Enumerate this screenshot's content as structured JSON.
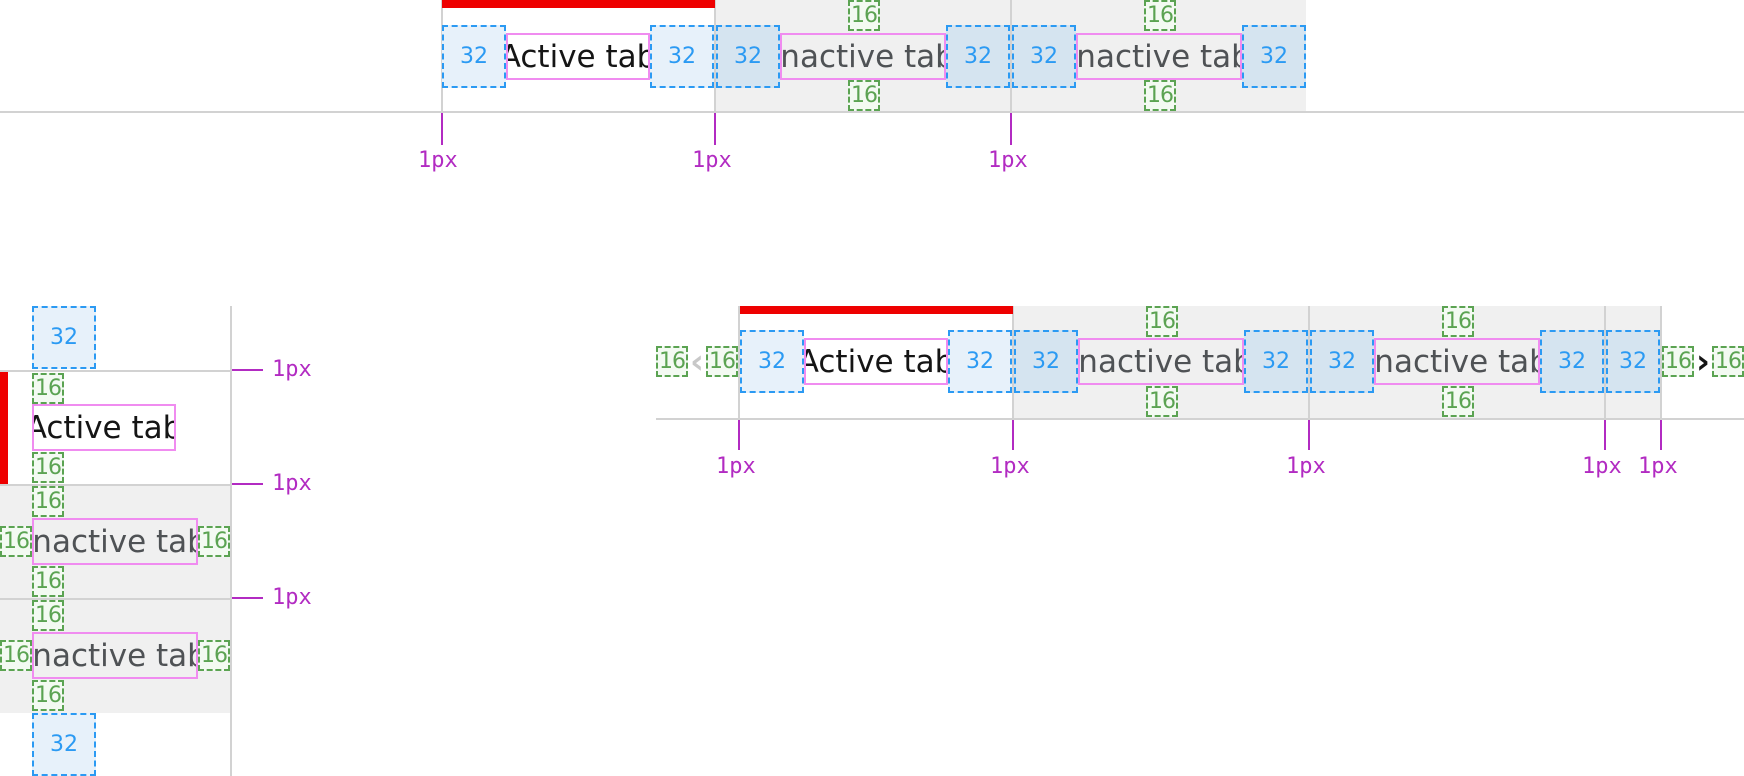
{
  "labels": {
    "active_tab": "Active tab",
    "inactive_tab": "Inactive tab",
    "spacer_32": "32",
    "spacer_16": "16",
    "border_1px": "1px"
  },
  "icons": {
    "scroll_left": "‹",
    "scroll_right": "›"
  },
  "colors": {
    "active_indicator": "#ee0000",
    "padding_32": "#2b9af3",
    "padding_16": "#5ba352",
    "text_box": "#f08cf0",
    "measurement": "#b22bc2",
    "border": "#d2d2d2",
    "inactive_bg": "#f0f0f0"
  }
}
